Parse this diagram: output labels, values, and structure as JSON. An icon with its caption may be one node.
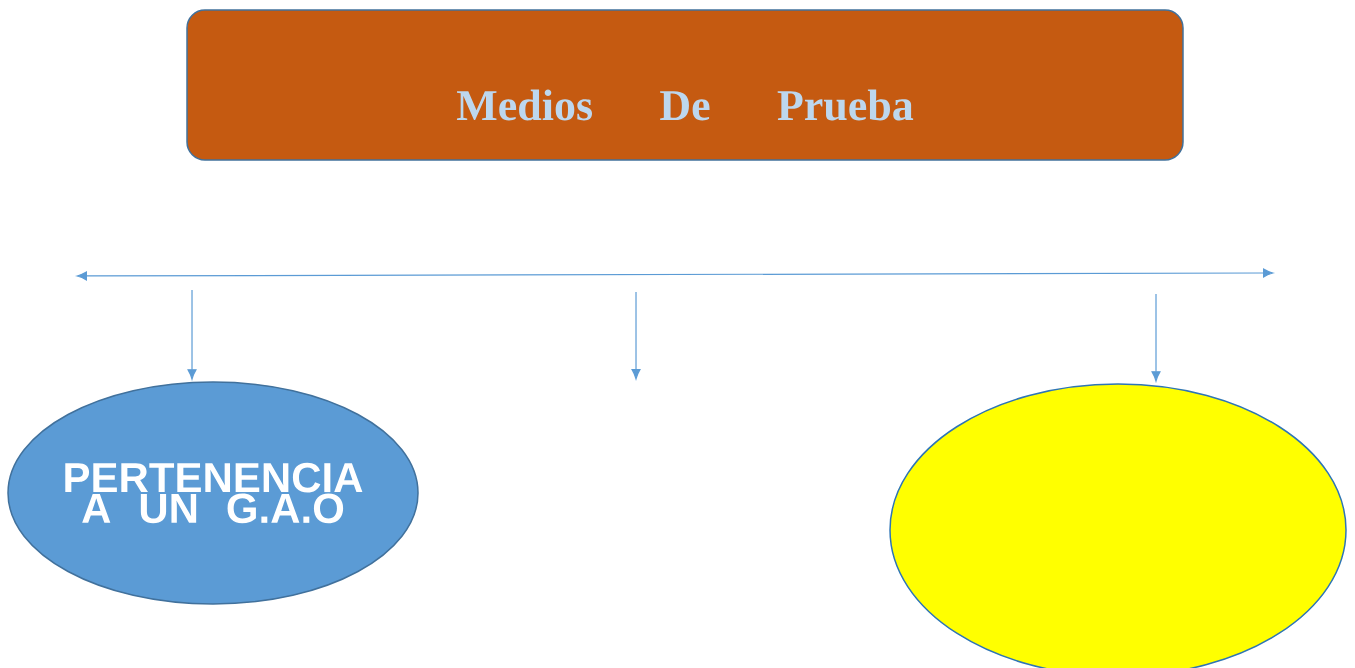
{
  "diagram": {
    "nodes": [
      {
        "text": [
          "Medios  De Prueba"
        ]
      },
      {
        "text": [
          "PERTENENCIA A UN G.A.O"
        ]
      },
      {
        "text": [],
        "shape": "ellipse"
      }
    ],
    "edges": [
      {
        "from": null,
        "to": 1,
        "arrow": "to"
      },
      {
        "from": null,
        "to": 2,
        "arrow": "to"
      }
    ]
  }
}
